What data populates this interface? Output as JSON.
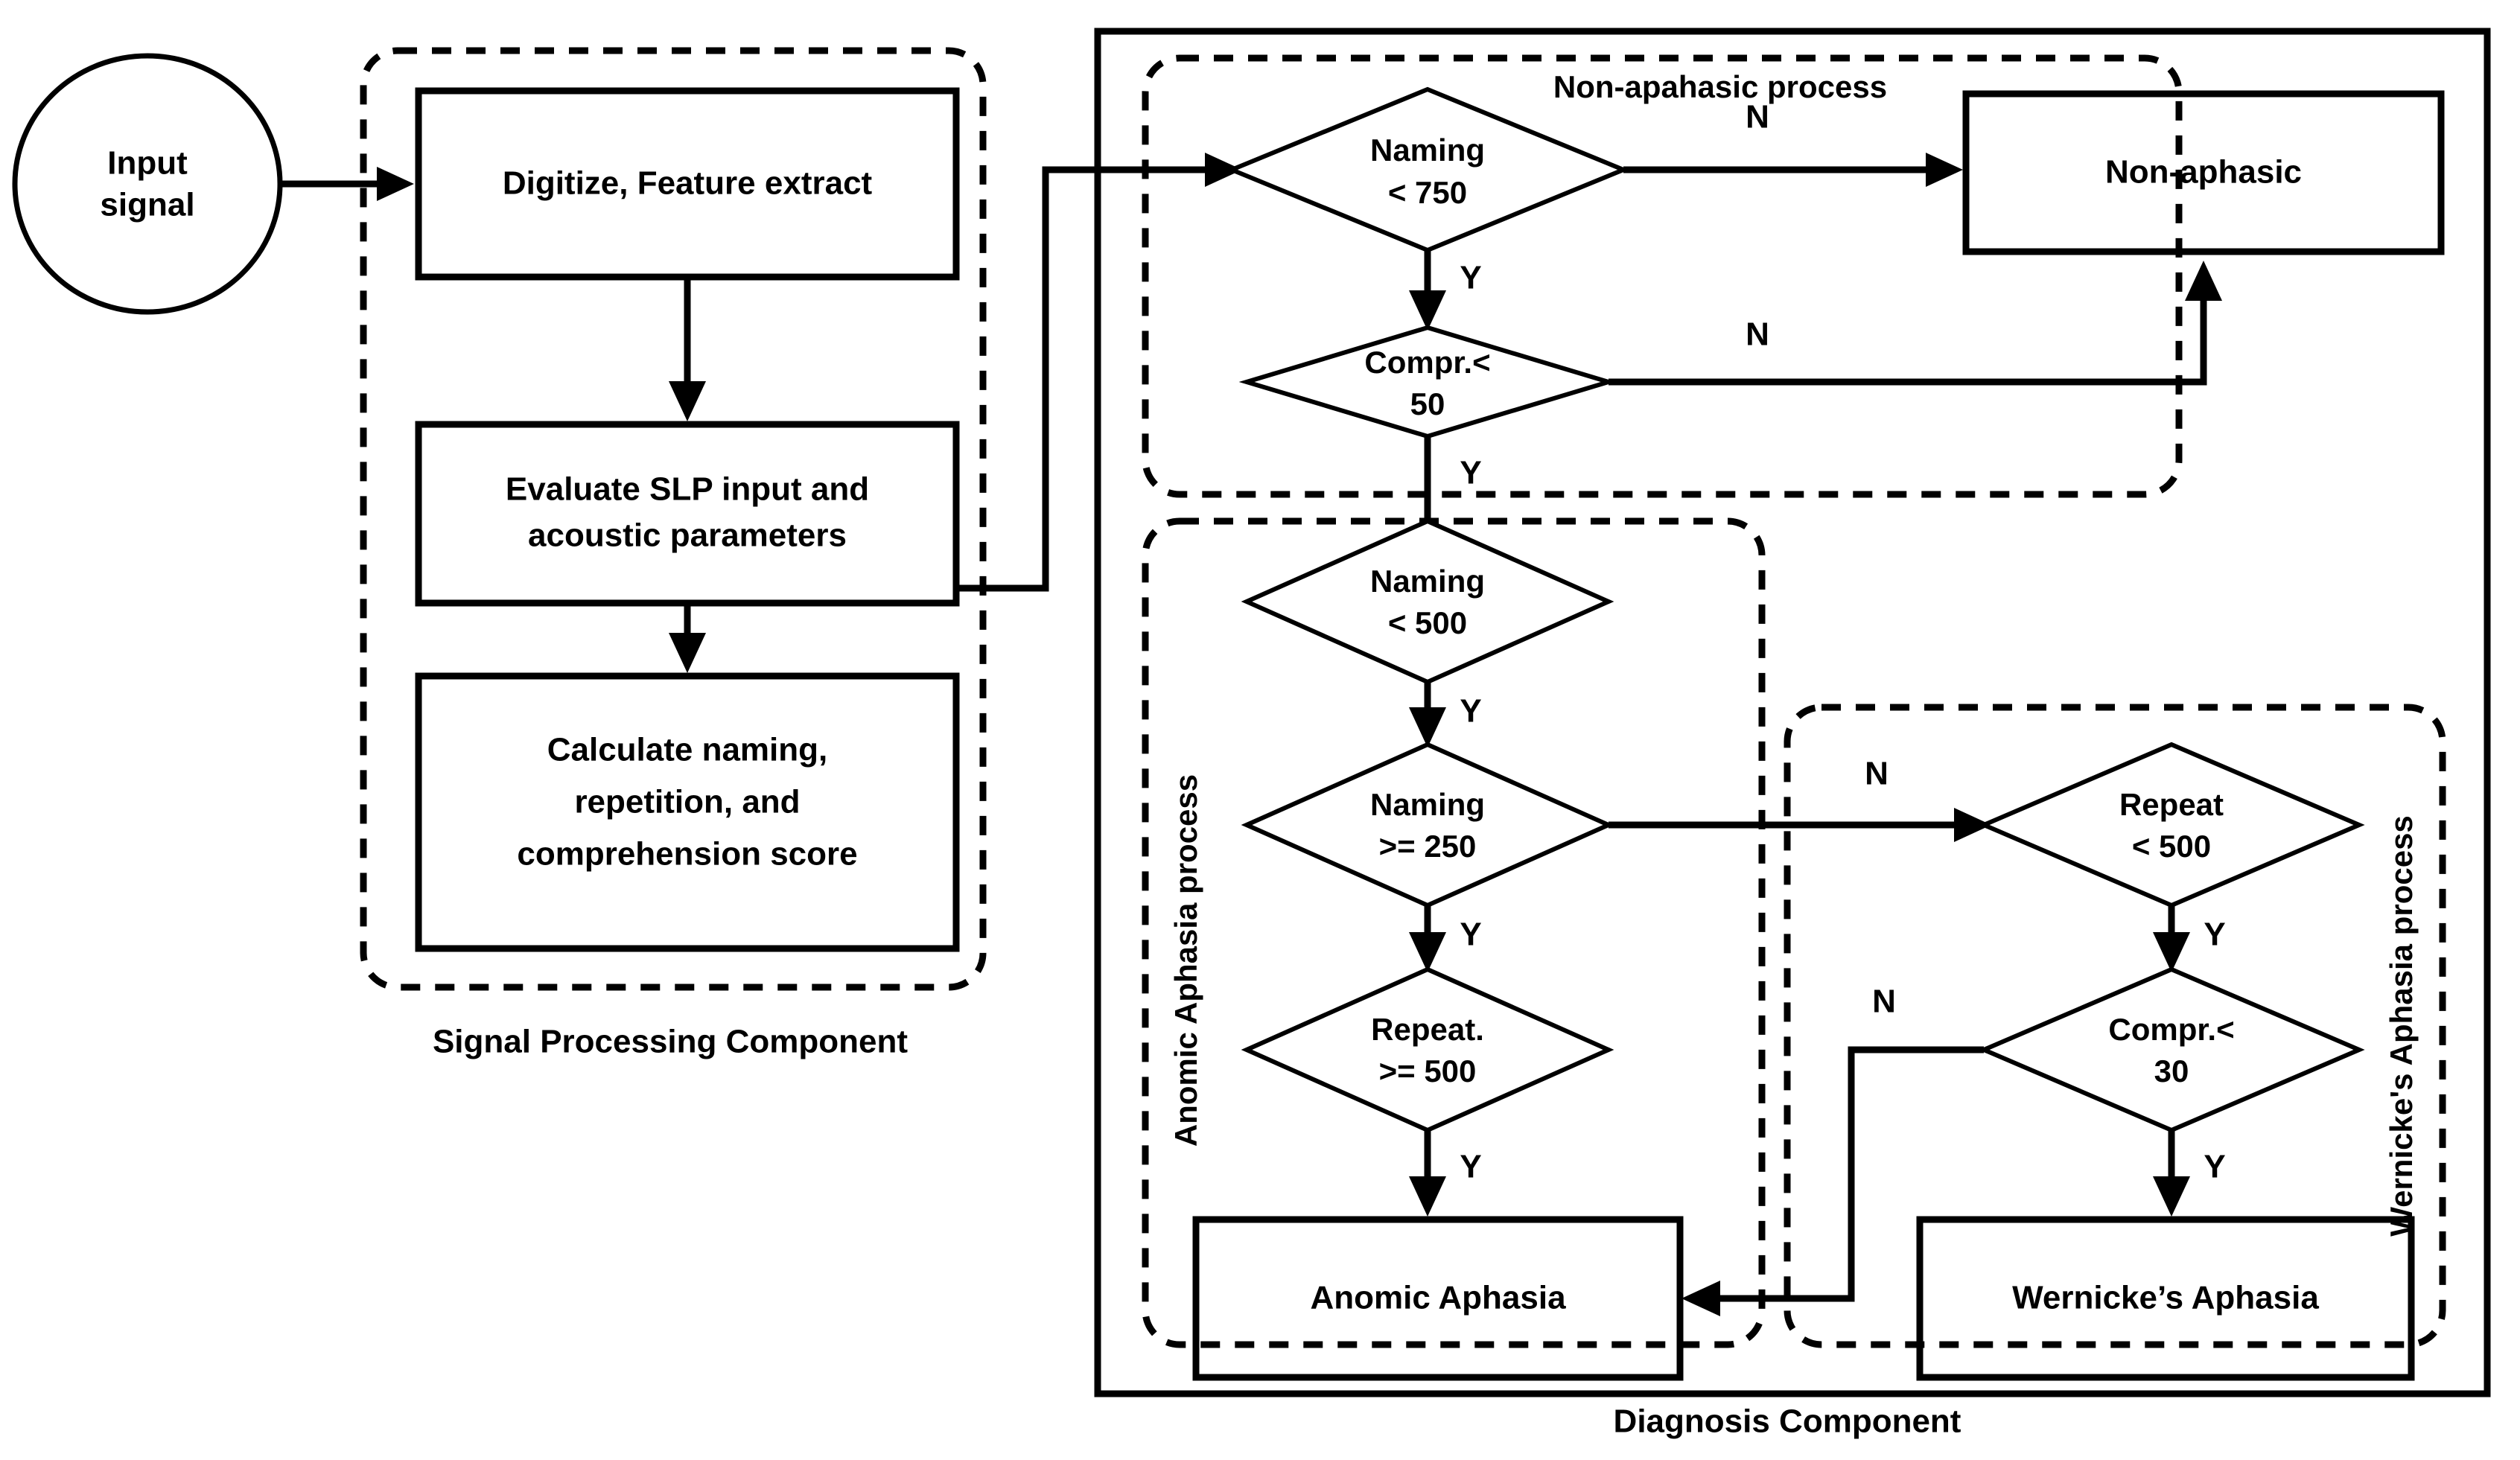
{
  "diagram": {
    "title": "Aphasia diagnosis flowchart",
    "stroke_color": "#000000",
    "background_color": "#ffffff"
  },
  "start": {
    "label_line1": "Input",
    "label_line2": "signal"
  },
  "signal_processing": {
    "component_label": "Signal Processing Component",
    "steps": [
      {
        "id": "digitize",
        "label": "Digitize, Feature extract"
      },
      {
        "id": "evaluate",
        "line1": "Evaluate SLP input and",
        "line2": "acoustic parameters"
      },
      {
        "id": "calculate",
        "line1": "Calculate naming,",
        "line2": "repetition, and",
        "line3": "comprehension score"
      }
    ]
  },
  "diagnosis": {
    "component_label": "Diagnosis Component",
    "non_aphasic_process": {
      "group_label": "Non-apahasic  process",
      "decisions": [
        {
          "id": "naming750",
          "line1": "Naming",
          "line2": "< 750",
          "yes": "Y",
          "no": "N"
        },
        {
          "id": "compr50",
          "line1": "Compr.<",
          "line2": "50",
          "yes": "Y",
          "no": "N"
        }
      ],
      "terminal": {
        "id": "non-aphasic",
        "label": "Non-aphasic"
      }
    },
    "anomic_process": {
      "group_label": "Anomic Aphasia process",
      "decisions": [
        {
          "id": "naming500",
          "line1": "Naming",
          "line2": "< 500",
          "yes": "Y"
        },
        {
          "id": "naming250",
          "line1": "Naming",
          "line2": ">= 250",
          "yes": "Y",
          "no": "N"
        },
        {
          "id": "repeat500ge",
          "line1": "Repeat.",
          "line2": ">= 500",
          "yes": "Y"
        }
      ],
      "terminal": {
        "id": "anomic-aphasia",
        "label": "Anomic Aphasia"
      }
    },
    "wernicke_process": {
      "group_label": "Wernicke's Aphasia process",
      "decisions": [
        {
          "id": "repeat500lt",
          "line1": "Repeat",
          "line2": "< 500",
          "yes": "Y"
        },
        {
          "id": "compr30",
          "line1": "Compr.<",
          "line2": "30",
          "yes": "Y",
          "no": "N"
        }
      ],
      "terminal": {
        "id": "wernicke-aphasia",
        "label": "Wernicke’s Aphasia"
      }
    }
  },
  "branch_labels": {
    "yes": "Y",
    "no": "N"
  }
}
